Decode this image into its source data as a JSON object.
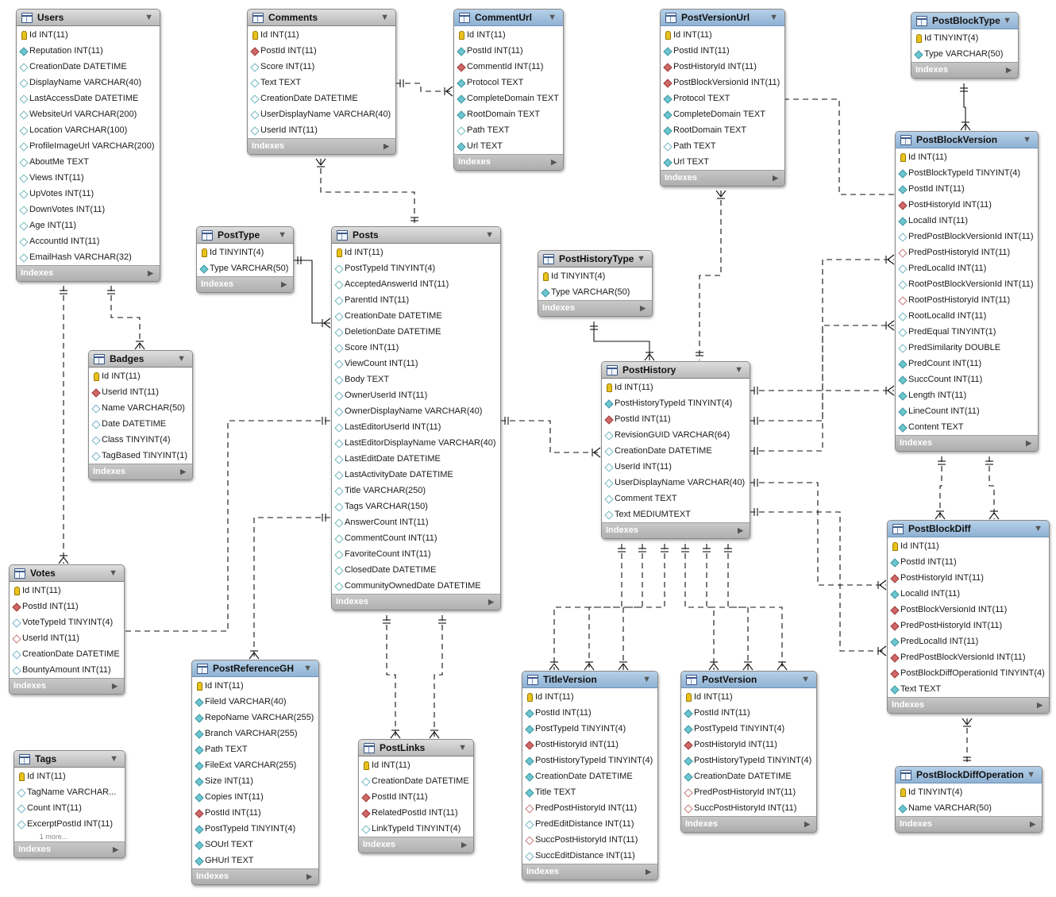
{
  "indexes_label": "Indexes",
  "tables": {
    "users": {
      "name": "Users",
      "columns": [
        {
          "text": "Id INT(11)",
          "kind": "pk"
        },
        {
          "text": "Reputation INT(11)",
          "kind": "nn"
        },
        {
          "text": "CreationDate DATETIME",
          "kind": "nl"
        },
        {
          "text": "DisplayName VARCHAR(40)",
          "kind": "nl"
        },
        {
          "text": "LastAccessDate DATETIME",
          "kind": "nl"
        },
        {
          "text": "WebsiteUrl VARCHAR(200)",
          "kind": "nl"
        },
        {
          "text": "Location VARCHAR(100)",
          "kind": "nl"
        },
        {
          "text": "ProfileImageUrl VARCHAR(200)",
          "kind": "nl"
        },
        {
          "text": "AboutMe TEXT",
          "kind": "nl"
        },
        {
          "text": "Views INT(11)",
          "kind": "nl"
        },
        {
          "text": "UpVotes INT(11)",
          "kind": "nl"
        },
        {
          "text": "DownVotes INT(11)",
          "kind": "nl"
        },
        {
          "text": "Age INT(11)",
          "kind": "nl"
        },
        {
          "text": "AccountId INT(11)",
          "kind": "nl"
        },
        {
          "text": "EmailHash VARCHAR(32)",
          "kind": "nl"
        }
      ]
    },
    "comments": {
      "name": "Comments",
      "columns": [
        {
          "text": "Id INT(11)",
          "kind": "pk"
        },
        {
          "text": "PostId INT(11)",
          "kind": "fk"
        },
        {
          "text": "Score INT(11)",
          "kind": "nl"
        },
        {
          "text": "Text TEXT",
          "kind": "nl"
        },
        {
          "text": "CreationDate DATETIME",
          "kind": "nl"
        },
        {
          "text": "UserDisplayName VARCHAR(40)",
          "kind": "nl"
        },
        {
          "text": "UserId INT(11)",
          "kind": "nl"
        }
      ]
    },
    "commenturl": {
      "name": "CommentUrl",
      "columns": [
        {
          "text": "Id INT(11)",
          "kind": "pk"
        },
        {
          "text": "PostId INT(11)",
          "kind": "nn"
        },
        {
          "text": "CommentId INT(11)",
          "kind": "fk"
        },
        {
          "text": "Protocol TEXT",
          "kind": "nn"
        },
        {
          "text": "CompleteDomain TEXT",
          "kind": "nn"
        },
        {
          "text": "RootDomain TEXT",
          "kind": "nn"
        },
        {
          "text": "Path TEXT",
          "kind": "nl"
        },
        {
          "text": "Url TEXT",
          "kind": "nn"
        }
      ]
    },
    "postversionurl": {
      "name": "PostVersionUrl",
      "columns": [
        {
          "text": "Id INT(11)",
          "kind": "pk"
        },
        {
          "text": "PostId INT(11)",
          "kind": "nn"
        },
        {
          "text": "PostHistoryId INT(11)",
          "kind": "fk"
        },
        {
          "text": "PostBlockVersionId INT(11)",
          "kind": "fk"
        },
        {
          "text": "Protocol TEXT",
          "kind": "nn"
        },
        {
          "text": "CompleteDomain TEXT",
          "kind": "nn"
        },
        {
          "text": "RootDomain TEXT",
          "kind": "nn"
        },
        {
          "text": "Path TEXT",
          "kind": "nl"
        },
        {
          "text": "Url TEXT",
          "kind": "nn"
        }
      ]
    },
    "postblocktype": {
      "name": "PostBlockType",
      "columns": [
        {
          "text": "Id TINYINT(4)",
          "kind": "pk"
        },
        {
          "text": "Type VARCHAR(50)",
          "kind": "nn"
        }
      ]
    },
    "posttype": {
      "name": "PostType",
      "columns": [
        {
          "text": "Id TINYINT(4)",
          "kind": "pk"
        },
        {
          "text": "Type VARCHAR(50)",
          "kind": "nn"
        }
      ]
    },
    "posts": {
      "name": "Posts",
      "columns": [
        {
          "text": "Id INT(11)",
          "kind": "pk"
        },
        {
          "text": "PostTypeId TINYINT(4)",
          "kind": "nl"
        },
        {
          "text": "AcceptedAnswerId INT(11)",
          "kind": "nl"
        },
        {
          "text": "ParentId INT(11)",
          "kind": "nl"
        },
        {
          "text": "CreationDate DATETIME",
          "kind": "nl"
        },
        {
          "text": "DeletionDate DATETIME",
          "kind": "nl"
        },
        {
          "text": "Score INT(11)",
          "kind": "nl"
        },
        {
          "text": "ViewCount INT(11)",
          "kind": "nl"
        },
        {
          "text": "Body TEXT",
          "kind": "nl"
        },
        {
          "text": "OwnerUserId INT(11)",
          "kind": "nl"
        },
        {
          "text": "OwnerDisplayName VARCHAR(40)",
          "kind": "nl"
        },
        {
          "text": "LastEditorUserId INT(11)",
          "kind": "nl"
        },
        {
          "text": "LastEditorDisplayName VARCHAR(40)",
          "kind": "nl"
        },
        {
          "text": "LastEditDate DATETIME",
          "kind": "nl"
        },
        {
          "text": "LastActivityDate DATETIME",
          "kind": "nl"
        },
        {
          "text": "Title VARCHAR(250)",
          "kind": "nl"
        },
        {
          "text": "Tags VARCHAR(150)",
          "kind": "nl"
        },
        {
          "text": "AnswerCount INT(11)",
          "kind": "nl"
        },
        {
          "text": "CommentCount INT(11)",
          "kind": "nl"
        },
        {
          "text": "FavoriteCount INT(11)",
          "kind": "nl"
        },
        {
          "text": "ClosedDate DATETIME",
          "kind": "nl"
        },
        {
          "text": "CommunityOwnedDate DATETIME",
          "kind": "nl"
        }
      ]
    },
    "posthistorytype": {
      "name": "PostHistoryType",
      "columns": [
        {
          "text": "Id TINYINT(4)",
          "kind": "pk"
        },
        {
          "text": "Type VARCHAR(50)",
          "kind": "nn"
        }
      ]
    },
    "posthistory": {
      "name": "PostHistory",
      "columns": [
        {
          "text": "Id INT(11)",
          "kind": "pk"
        },
        {
          "text": "PostHistoryTypeId TINYINT(4)",
          "kind": "nn"
        },
        {
          "text": "PostId INT(11)",
          "kind": "fk"
        },
        {
          "text": "RevisionGUID VARCHAR(64)",
          "kind": "nl"
        },
        {
          "text": "CreationDate DATETIME",
          "kind": "nl"
        },
        {
          "text": "UserId INT(11)",
          "kind": "nl"
        },
        {
          "text": "UserDisplayName VARCHAR(40)",
          "kind": "nl"
        },
        {
          "text": "Comment TEXT",
          "kind": "nl"
        },
        {
          "text": "Text MEDIUMTEXT",
          "kind": "nl"
        }
      ]
    },
    "postblockversion": {
      "name": "PostBlockVersion",
      "columns": [
        {
          "text": "Id INT(11)",
          "kind": "pk"
        },
        {
          "text": "PostBlockTypeId TINYINT(4)",
          "kind": "nn"
        },
        {
          "text": "PostId INT(11)",
          "kind": "nn"
        },
        {
          "text": "PostHistoryId INT(11)",
          "kind": "fk"
        },
        {
          "text": "LocalId INT(11)",
          "kind": "nn"
        },
        {
          "text": "PredPostBlockVersionId INT(11)",
          "kind": "nl"
        },
        {
          "text": "PredPostHistoryId INT(11)",
          "kind": "fkn"
        },
        {
          "text": "PredLocalId INT(11)",
          "kind": "nl"
        },
        {
          "text": "RootPostBlockVersionId INT(11)",
          "kind": "nl"
        },
        {
          "text": "RootPostHistoryId INT(11)",
          "kind": "fkn"
        },
        {
          "text": "RootLocalId INT(11)",
          "kind": "nl"
        },
        {
          "text": "PredEqual TINYINT(1)",
          "kind": "nl"
        },
        {
          "text": "PredSimilarity DOUBLE",
          "kind": "nl"
        },
        {
          "text": "PredCount INT(11)",
          "kind": "nn"
        },
        {
          "text": "SuccCount INT(11)",
          "kind": "nn"
        },
        {
          "text": "Length INT(11)",
          "kind": "nn"
        },
        {
          "text": "LineCount INT(11)",
          "kind": "nn"
        },
        {
          "text": "Content TEXT",
          "kind": "nn"
        }
      ]
    },
    "badges": {
      "name": "Badges",
      "columns": [
        {
          "text": "Id INT(11)",
          "kind": "pk"
        },
        {
          "text": "UserId INT(11)",
          "kind": "fk"
        },
        {
          "text": "Name VARCHAR(50)",
          "kind": "nl"
        },
        {
          "text": "Date DATETIME",
          "kind": "nl"
        },
        {
          "text": "Class TINYINT(4)",
          "kind": "nl"
        },
        {
          "text": "TagBased TINYINT(1)",
          "kind": "nl"
        }
      ]
    },
    "votes": {
      "name": "Votes",
      "columns": [
        {
          "text": "Id INT(11)",
          "kind": "pk"
        },
        {
          "text": "PostId INT(11)",
          "kind": "fk"
        },
        {
          "text": "VoteTypeId TINYINT(4)",
          "kind": "nl"
        },
        {
          "text": "UserId INT(11)",
          "kind": "fkn"
        },
        {
          "text": "CreationDate DATETIME",
          "kind": "nl"
        },
        {
          "text": "BountyAmount INT(11)",
          "kind": "nl"
        }
      ]
    },
    "postreferencegh": {
      "name": "PostReferenceGH",
      "columns": [
        {
          "text": "Id INT(11)",
          "kind": "pk"
        },
        {
          "text": "FileId VARCHAR(40)",
          "kind": "nn"
        },
        {
          "text": "RepoName VARCHAR(255)",
          "kind": "nn"
        },
        {
          "text": "Branch VARCHAR(255)",
          "kind": "nn"
        },
        {
          "text": "Path TEXT",
          "kind": "nn"
        },
        {
          "text": "FileExt VARCHAR(255)",
          "kind": "nn"
        },
        {
          "text": "Size INT(11)",
          "kind": "nn"
        },
        {
          "text": "Copies INT(11)",
          "kind": "nn"
        },
        {
          "text": "PostId INT(11)",
          "kind": "fk"
        },
        {
          "text": "PostTypeId TINYINT(4)",
          "kind": "nn"
        },
        {
          "text": "SOUrl TEXT",
          "kind": "nn"
        },
        {
          "text": "GHUrl TEXT",
          "kind": "nn"
        }
      ]
    },
    "postlinks": {
      "name": "PostLinks",
      "columns": [
        {
          "text": "Id INT(11)",
          "kind": "pk"
        },
        {
          "text": "CreationDate DATETIME",
          "kind": "nl"
        },
        {
          "text": "PostId INT(11)",
          "kind": "fk"
        },
        {
          "text": "RelatedPostId INT(11)",
          "kind": "fk"
        },
        {
          "text": "LinkTypeId TINYINT(4)",
          "kind": "nl"
        }
      ]
    },
    "titleversion": {
      "name": "TitleVersion",
      "columns": [
        {
          "text": "Id INT(11)",
          "kind": "pk"
        },
        {
          "text": "PostId INT(11)",
          "kind": "nn"
        },
        {
          "text": "PostTypeId TINYINT(4)",
          "kind": "nn"
        },
        {
          "text": "PostHistoryId INT(11)",
          "kind": "fk"
        },
        {
          "text": "PostHistoryTypeId TINYINT(4)",
          "kind": "nn"
        },
        {
          "text": "CreationDate DATETIME",
          "kind": "nn"
        },
        {
          "text": "Title TEXT",
          "kind": "nn"
        },
        {
          "text": "PredPostHistoryId INT(11)",
          "kind": "fkn"
        },
        {
          "text": "PredEditDistance INT(11)",
          "kind": "nl"
        },
        {
          "text": "SuccPostHistoryId INT(11)",
          "kind": "fkn"
        },
        {
          "text": "SuccEditDistance INT(11)",
          "kind": "nl"
        }
      ]
    },
    "postversion": {
      "name": "PostVersion",
      "columns": [
        {
          "text": "Id INT(11)",
          "kind": "pk"
        },
        {
          "text": "PostId INT(11)",
          "kind": "nn"
        },
        {
          "text": "PostTypeId TINYINT(4)",
          "kind": "nn"
        },
        {
          "text": "PostHistoryId INT(11)",
          "kind": "fk"
        },
        {
          "text": "PostHistoryTypeId TINYINT(4)",
          "kind": "nn"
        },
        {
          "text": "CreationDate DATETIME",
          "kind": "nn"
        },
        {
          "text": "PredPostHistoryId INT(11)",
          "kind": "fkn"
        },
        {
          "text": "SuccPostHistoryId INT(11)",
          "kind": "fkn"
        }
      ]
    },
    "postblockdiff": {
      "name": "PostBlockDiff",
      "columns": [
        {
          "text": "Id INT(11)",
          "kind": "pk"
        },
        {
          "text": "PostId INT(11)",
          "kind": "nn"
        },
        {
          "text": "PostHistoryId INT(11)",
          "kind": "fk"
        },
        {
          "text": "LocalId INT(11)",
          "kind": "nn"
        },
        {
          "text": "PostBlockVersionId INT(11)",
          "kind": "fk"
        },
        {
          "text": "PredPostHistoryId INT(11)",
          "kind": "fk"
        },
        {
          "text": "PredLocalId INT(11)",
          "kind": "nn"
        },
        {
          "text": "PredPostBlockVersionId INT(11)",
          "kind": "fk"
        },
        {
          "text": "PostBlockDiffOperationId TINYINT(4)",
          "kind": "fk"
        },
        {
          "text": "Text TEXT",
          "kind": "nn"
        }
      ]
    },
    "tags": {
      "name": "Tags",
      "more": "1 more...",
      "columns": [
        {
          "text": "Id INT(11)",
          "kind": "pk"
        },
        {
          "text": "TagName VARCHAR...",
          "kind": "nl"
        },
        {
          "text": "Count INT(11)",
          "kind": "nl"
        },
        {
          "text": "ExcerptPostId INT(11)",
          "kind": "nl"
        }
      ]
    },
    "postblockdiffoperation": {
      "name": "PostBlockDiffOperation",
      "columns": [
        {
          "text": "Id TINYINT(4)",
          "kind": "pk"
        },
        {
          "text": "Name VARCHAR(50)",
          "kind": "nn"
        }
      ]
    }
  }
}
